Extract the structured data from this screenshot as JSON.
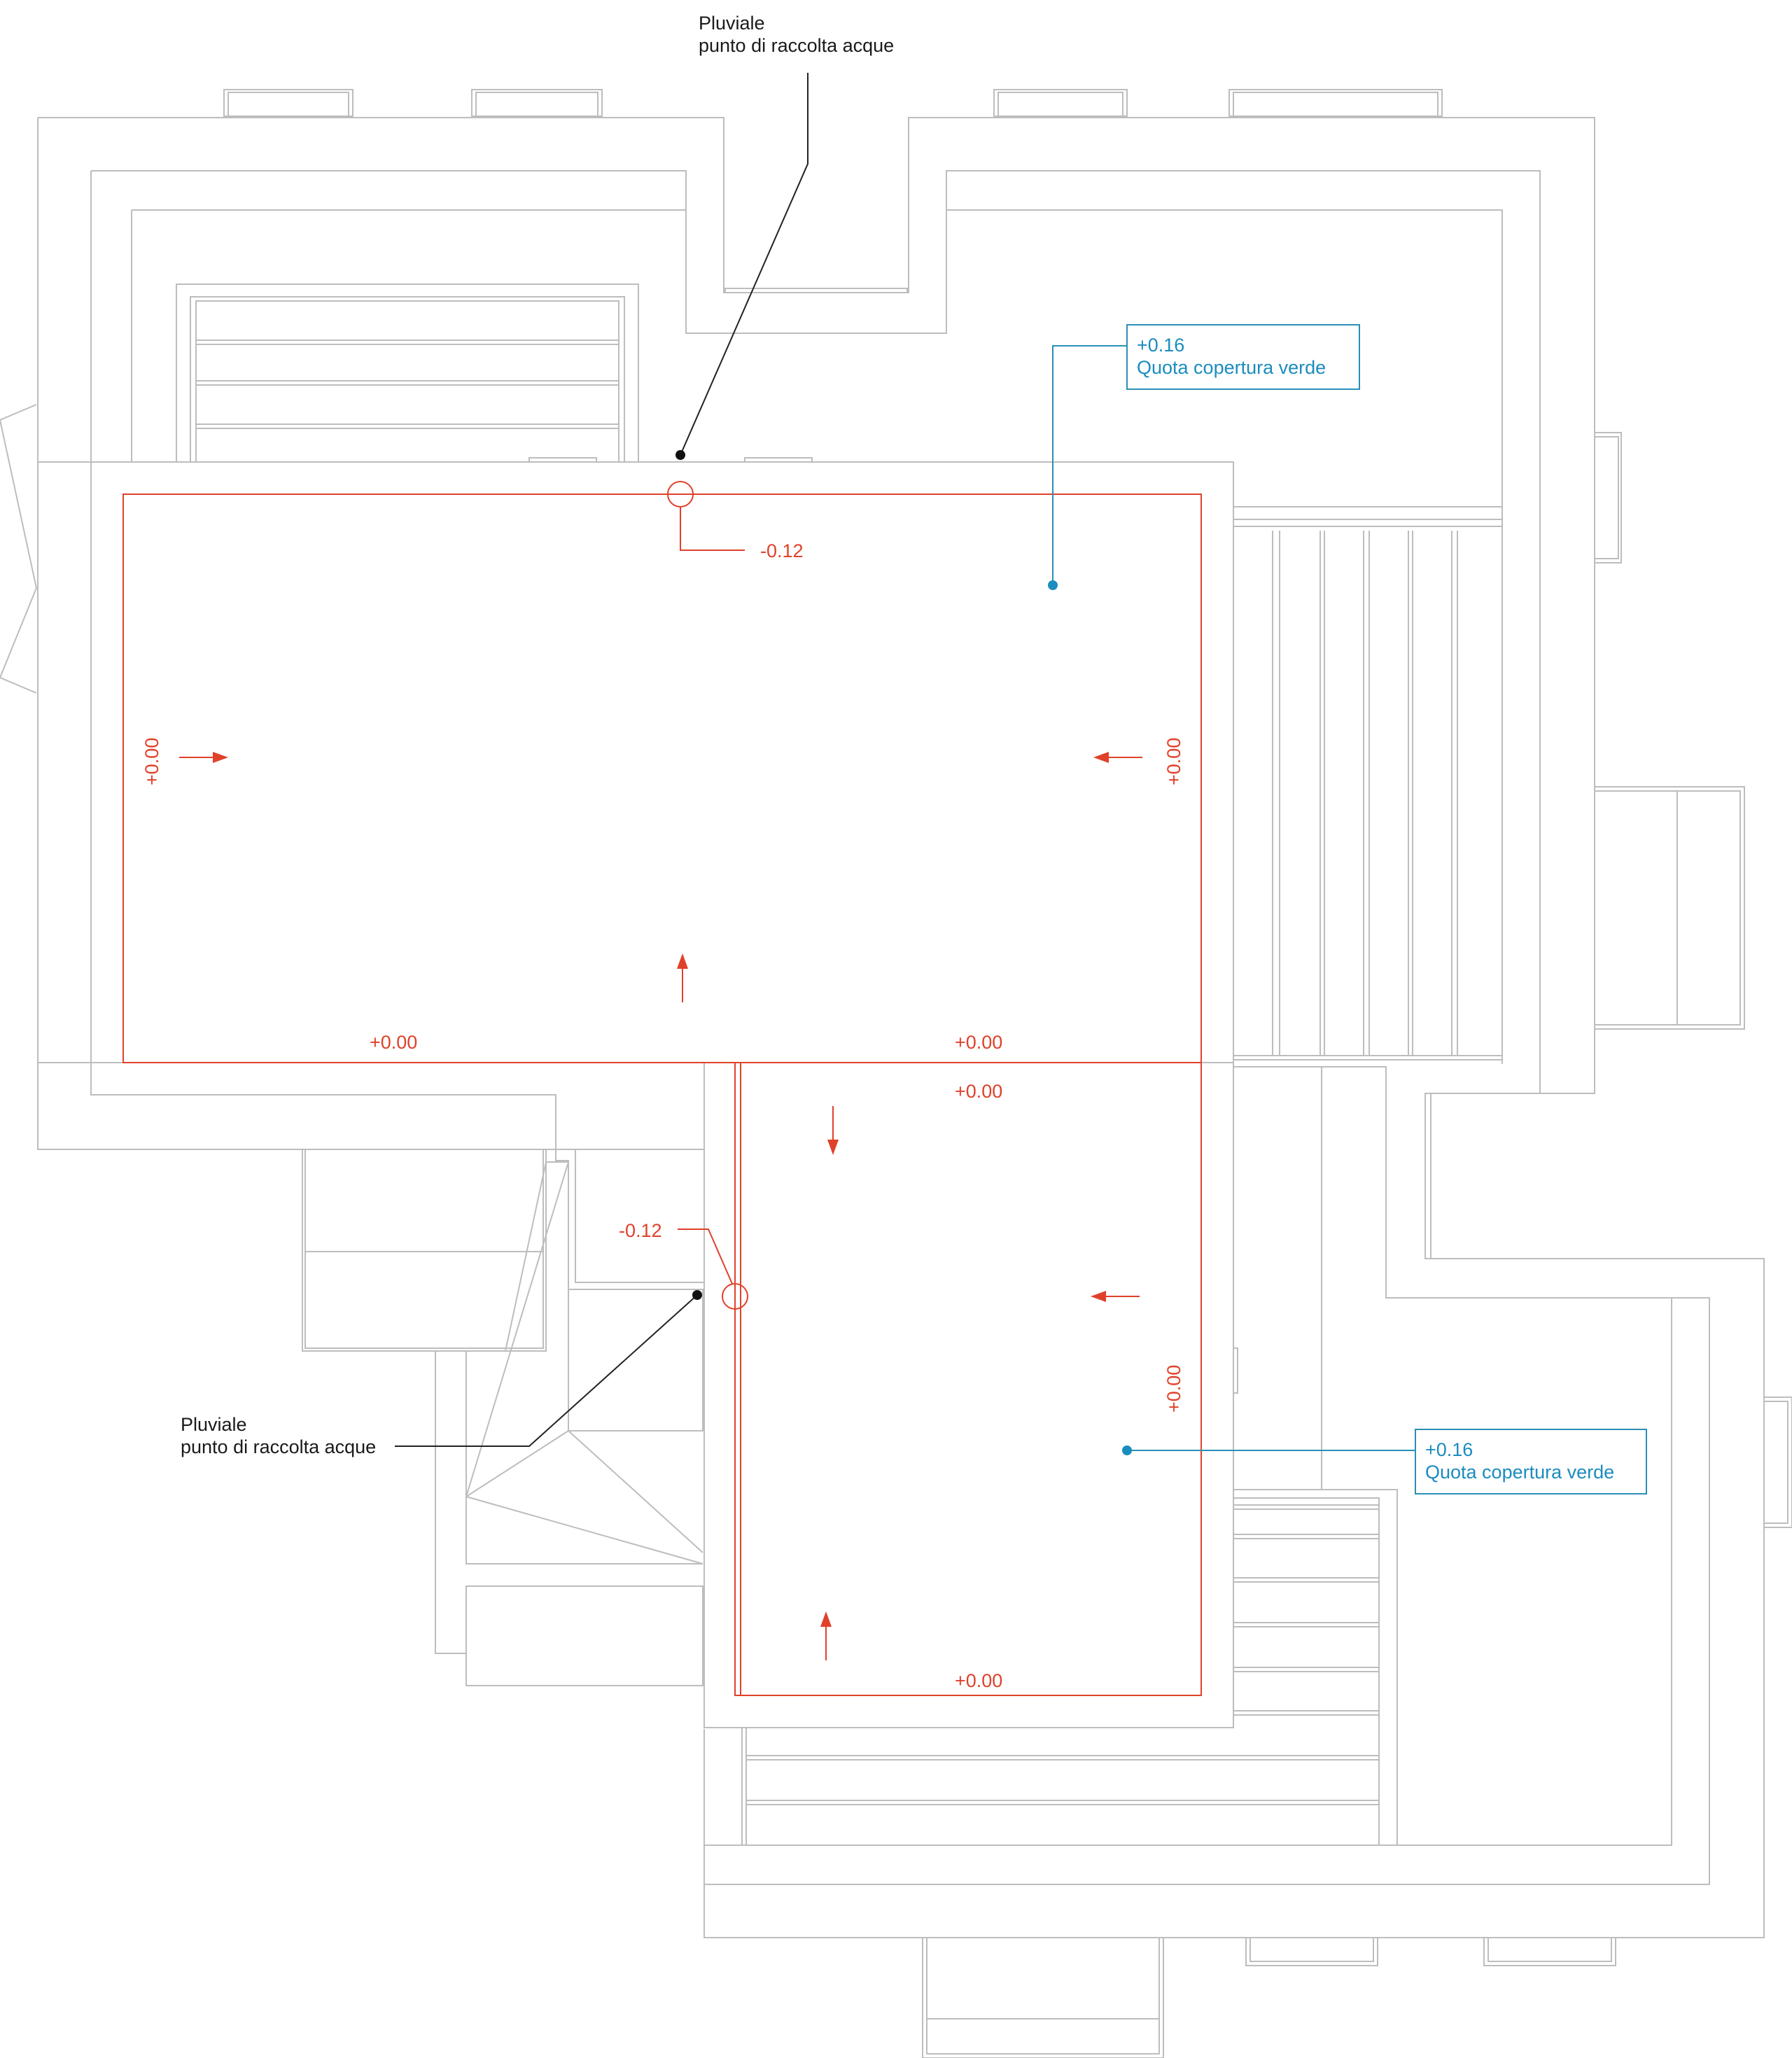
{
  "callouts": {
    "downpipe_top": {
      "line1": "Pluviale",
      "line2": "punto di raccolta acque"
    },
    "downpipe_bottom": {
      "line1": "Pluviale",
      "line2": "punto di raccolta acque"
    },
    "green_roof_top": {
      "line1": "+0.16",
      "line2": "Quota copertura verde"
    },
    "green_roof_bottom": {
      "line1": "+0.16",
      "line2": "Quota copertura verde"
    }
  },
  "levels": {
    "drain_top": "-0.12",
    "drain_bottom": "-0.12",
    "upper_left": "+0.00",
    "upper_right": "+0.00",
    "upper_bottom_left": "+0.00",
    "upper_bottom_right": "+0.00",
    "lower_top": "+0.00",
    "lower_right": "+0.00",
    "lower_bottom": "+0.00"
  },
  "colors": {
    "slope_lines": "#e0412a",
    "green_roof_callout": "#1b8cbf",
    "building_outline": "#bdbdbd"
  }
}
